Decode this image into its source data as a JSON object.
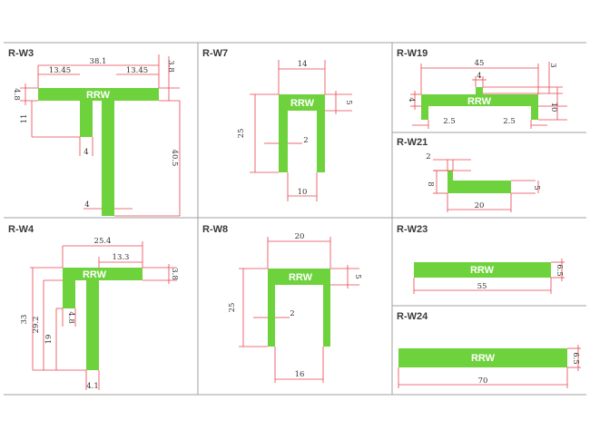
{
  "colors": {
    "profile": "#6ed23c",
    "dimension": "#e8454f",
    "grid": "#a0a0a0",
    "text": "#333333"
  },
  "brand": "RRW",
  "panels": {
    "w3": {
      "title": "R-W3",
      "dims": [
        "38.1",
        "13.45",
        "13.45",
        "3.8",
        "4.8",
        "11",
        "4",
        "40.5",
        "4"
      ]
    },
    "w7": {
      "title": "R-W7",
      "dims": [
        "14",
        "5",
        "25",
        "2",
        "10"
      ]
    },
    "w19": {
      "title": "R-W19",
      "dims": [
        "45",
        "4",
        "3",
        "4",
        "10",
        "2.5",
        "2.5"
      ]
    },
    "w21": {
      "title": "R-W21",
      "dims": [
        "2",
        "8",
        "5",
        "20"
      ]
    },
    "w4": {
      "title": "R-W4",
      "dims": [
        "25.4",
        "13.3",
        "3.8",
        "33",
        "29.2",
        "19",
        "4.8",
        "4.1"
      ]
    },
    "w8": {
      "title": "R-W8",
      "dims": [
        "20",
        "5",
        "25",
        "2",
        "16"
      ]
    },
    "w23": {
      "title": "R-W23",
      "dims": [
        "6.5",
        "55"
      ]
    },
    "w24": {
      "title": "R-W24",
      "dims": [
        "6.5",
        "70"
      ]
    }
  }
}
